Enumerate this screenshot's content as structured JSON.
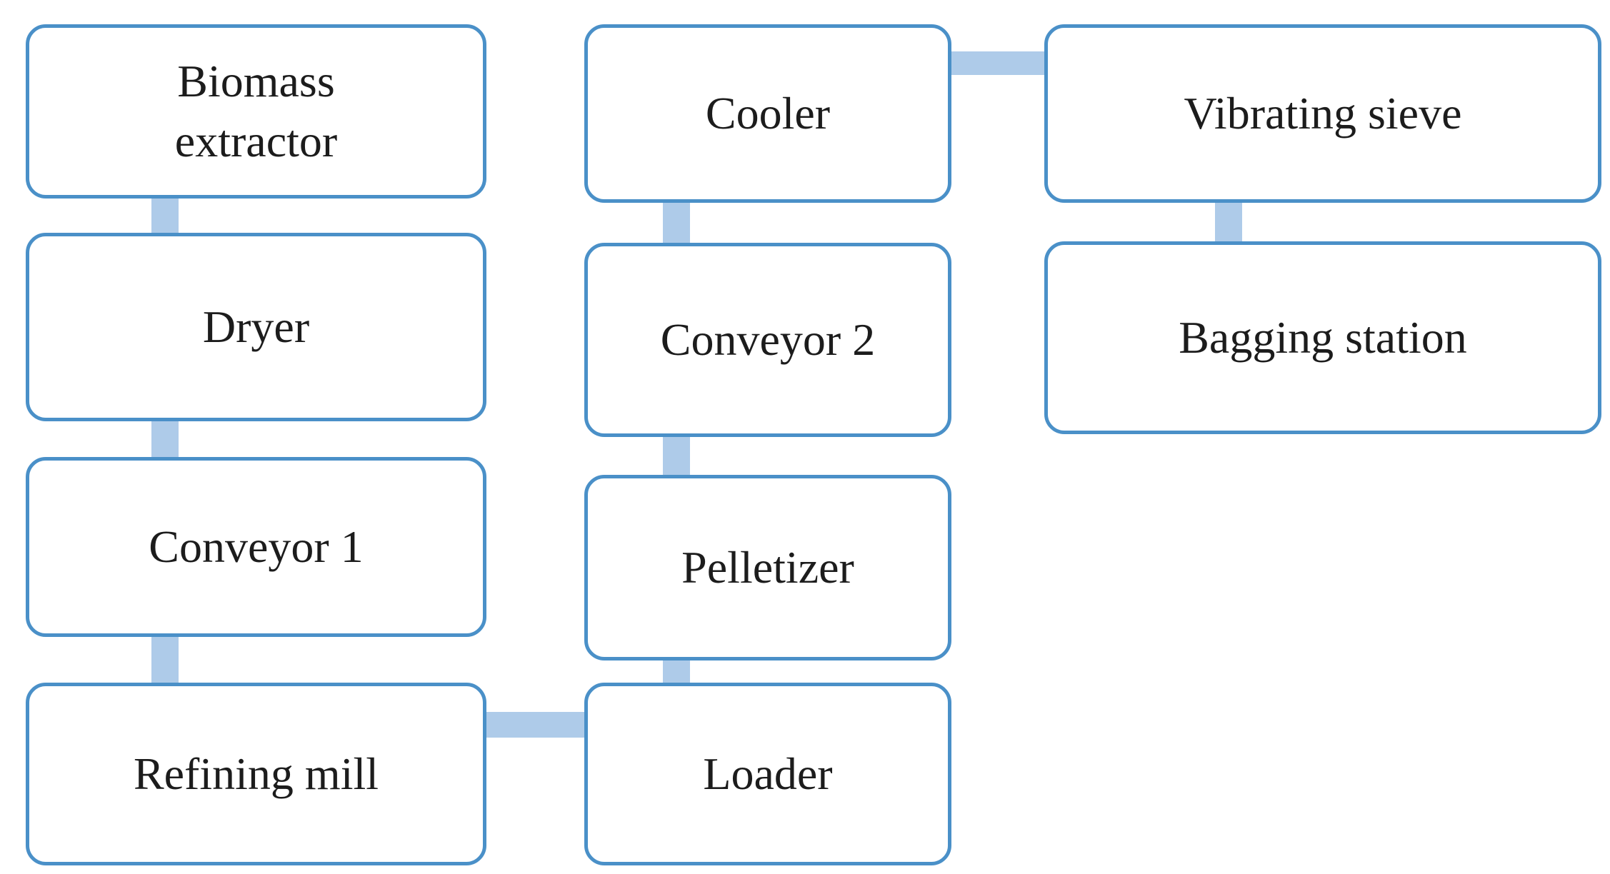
{
  "diagram": {
    "type": "flowchart",
    "colors": {
      "box_fill": "#ffffff",
      "box_border": "#4a90c8",
      "connector_fill": "#aecbe9",
      "text": "#1c1c1c",
      "background": "#ffffff"
    },
    "nodes": [
      {
        "id": "biomass-extractor",
        "label": "Biomass extractor"
      },
      {
        "id": "dryer",
        "label": "Dryer"
      },
      {
        "id": "conveyor-1",
        "label": "Conveyor 1"
      },
      {
        "id": "refining-mill",
        "label": "Refining mill"
      },
      {
        "id": "cooler",
        "label": "Cooler"
      },
      {
        "id": "conveyor-2",
        "label": "Conveyor 2"
      },
      {
        "id": "pelletizer",
        "label": "Pelletizer"
      },
      {
        "id": "loader",
        "label": "Loader"
      },
      {
        "id": "vibrating-sieve",
        "label": "Vibrating sieve"
      },
      {
        "id": "bagging-station",
        "label": "Bagging station"
      }
    ],
    "edges": [
      [
        "biomass-extractor",
        "dryer"
      ],
      [
        "dryer",
        "conveyor-1"
      ],
      [
        "conveyor-1",
        "refining-mill"
      ],
      [
        "refining-mill",
        "loader"
      ],
      [
        "loader",
        "pelletizer"
      ],
      [
        "pelletizer",
        "conveyor-2"
      ],
      [
        "conveyor-2",
        "cooler"
      ],
      [
        "cooler",
        "vibrating-sieve"
      ],
      [
        "vibrating-sieve",
        "bagging-station"
      ]
    ]
  }
}
